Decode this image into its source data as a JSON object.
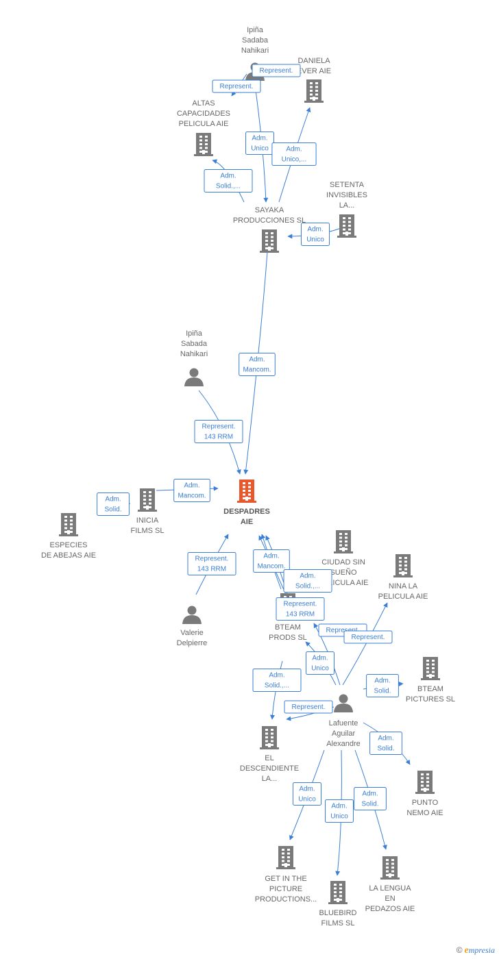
{
  "colors": {
    "node": "#7a7a7a",
    "center": "#e8582c",
    "edge": "#3a7fd5"
  },
  "footer": {
    "copyright": "©",
    "brand_initial": "e",
    "brand_rest": "mpresia"
  },
  "nodes": [
    {
      "id": "ipina_sadaba",
      "type": "person",
      "lines": [
        "Ipiña",
        "Sadaba",
        "Nahikari"
      ]
    },
    {
      "id": "daniela",
      "type": "company",
      "lines": [
        "DANIELA",
        "EVER AIE"
      ]
    },
    {
      "id": "altas",
      "type": "company",
      "lines": [
        "ALTAS",
        "CAPACIDADES",
        "PELICULA AIE"
      ]
    },
    {
      "id": "setenta",
      "type": "company",
      "lines": [
        "SETENTA",
        "INVISIBLES",
        "LA..."
      ]
    },
    {
      "id": "sayaka",
      "type": "company",
      "lines": [
        "SAYAKA",
        "PRODUCCIONES SL"
      ]
    },
    {
      "id": "ipina_sabada",
      "type": "person",
      "lines": [
        "Ipiña",
        "Sabada",
        "Nahikari"
      ]
    },
    {
      "id": "despadres",
      "type": "center",
      "lines": [
        "DESPADRES",
        "AIE"
      ]
    },
    {
      "id": "inicia",
      "type": "company",
      "lines": [
        "INICIA",
        "FILMS  SL"
      ]
    },
    {
      "id": "especies",
      "type": "company",
      "lines": [
        "ESPECIES",
        "DE ABEJAS  AIE"
      ]
    },
    {
      "id": "valerie",
      "type": "person",
      "lines": [
        "Valerie",
        "Delpierre"
      ]
    },
    {
      "id": "ciudad",
      "type": "company",
      "lines": [
        "CIUDAD SIN",
        "SUEÑO",
        "PELICULA AIE"
      ]
    },
    {
      "id": "nina",
      "type": "company",
      "lines": [
        "NINA LA",
        "PELICULA AIE"
      ]
    },
    {
      "id": "bteam_prods",
      "type": "company",
      "lines": [
        "BTEAM",
        "PRODS  SL"
      ]
    },
    {
      "id": "bteam_pictures",
      "type": "company",
      "lines": [
        "BTEAM",
        "PICTURES  SL"
      ]
    },
    {
      "id": "lafuente",
      "type": "person",
      "lines": [
        "Lafuente",
        "Aguilar",
        "Alexandre"
      ]
    },
    {
      "id": "descendiente",
      "type": "company",
      "lines": [
        "EL",
        "DESCENDIENTE",
        "LA..."
      ]
    },
    {
      "id": "punto",
      "type": "company",
      "lines": [
        "PUNTO",
        "NEMO AIE"
      ]
    },
    {
      "id": "get_in",
      "type": "company",
      "lines": [
        "GET IN THE",
        "PICTURE",
        "PRODUCTIONS..."
      ]
    },
    {
      "id": "lengua",
      "type": "company",
      "lines": [
        "LA LENGUA",
        "EN",
        "PEDAZOS AIE"
      ]
    },
    {
      "id": "bluebird",
      "type": "company",
      "lines": [
        "BLUEBIRD",
        "FILMS  SL"
      ]
    }
  ],
  "edges": [
    {
      "id": "e1",
      "lines": [
        "Represent."
      ]
    },
    {
      "id": "e2",
      "lines": [
        "Represent."
      ]
    },
    {
      "id": "e3",
      "lines": [
        "Adm.",
        "Unico"
      ]
    },
    {
      "id": "e4",
      "lines": [
        "Adm.",
        "Unico,..."
      ]
    },
    {
      "id": "e5",
      "lines": [
        "Adm.",
        "Solid.,..."
      ]
    },
    {
      "id": "e6",
      "lines": [
        "Adm.",
        "Unico"
      ]
    },
    {
      "id": "e7",
      "lines": [
        "Adm.",
        "Mancom."
      ]
    },
    {
      "id": "e8",
      "lines": [
        "Represent.",
        "143 RRM"
      ]
    },
    {
      "id": "e9",
      "lines": [
        "Adm.",
        "Mancom."
      ]
    },
    {
      "id": "e10",
      "lines": [
        "Adm.",
        "Solid."
      ]
    },
    {
      "id": "e11",
      "lines": [
        "Represent.",
        "143 RRM"
      ]
    },
    {
      "id": "e12",
      "lines": [
        "Adm.",
        "Mancom."
      ]
    },
    {
      "id": "e13",
      "lines": [
        "Adm.",
        "Solid.,..."
      ]
    },
    {
      "id": "e14",
      "lines": [
        "Represent.",
        "143 RRM"
      ]
    },
    {
      "id": "e15",
      "lines": [
        "Represent."
      ]
    },
    {
      "id": "e16",
      "lines": [
        "Represent."
      ]
    },
    {
      "id": "e17",
      "lines": [
        "Adm.",
        "Unico"
      ]
    },
    {
      "id": "e18",
      "lines": [
        "Adm.",
        "Solid.,..."
      ]
    },
    {
      "id": "e19",
      "lines": [
        "Adm.",
        "Solid."
      ]
    },
    {
      "id": "e20",
      "lines": [
        "Represent."
      ]
    },
    {
      "id": "e21",
      "lines": [
        "Adm.",
        "Solid."
      ]
    },
    {
      "id": "e22",
      "lines": [
        "Adm.",
        "Unico"
      ]
    },
    {
      "id": "e23",
      "lines": [
        "Adm.",
        "Solid."
      ]
    },
    {
      "id": "e24",
      "lines": [
        "Adm.",
        "Unico"
      ]
    }
  ]
}
